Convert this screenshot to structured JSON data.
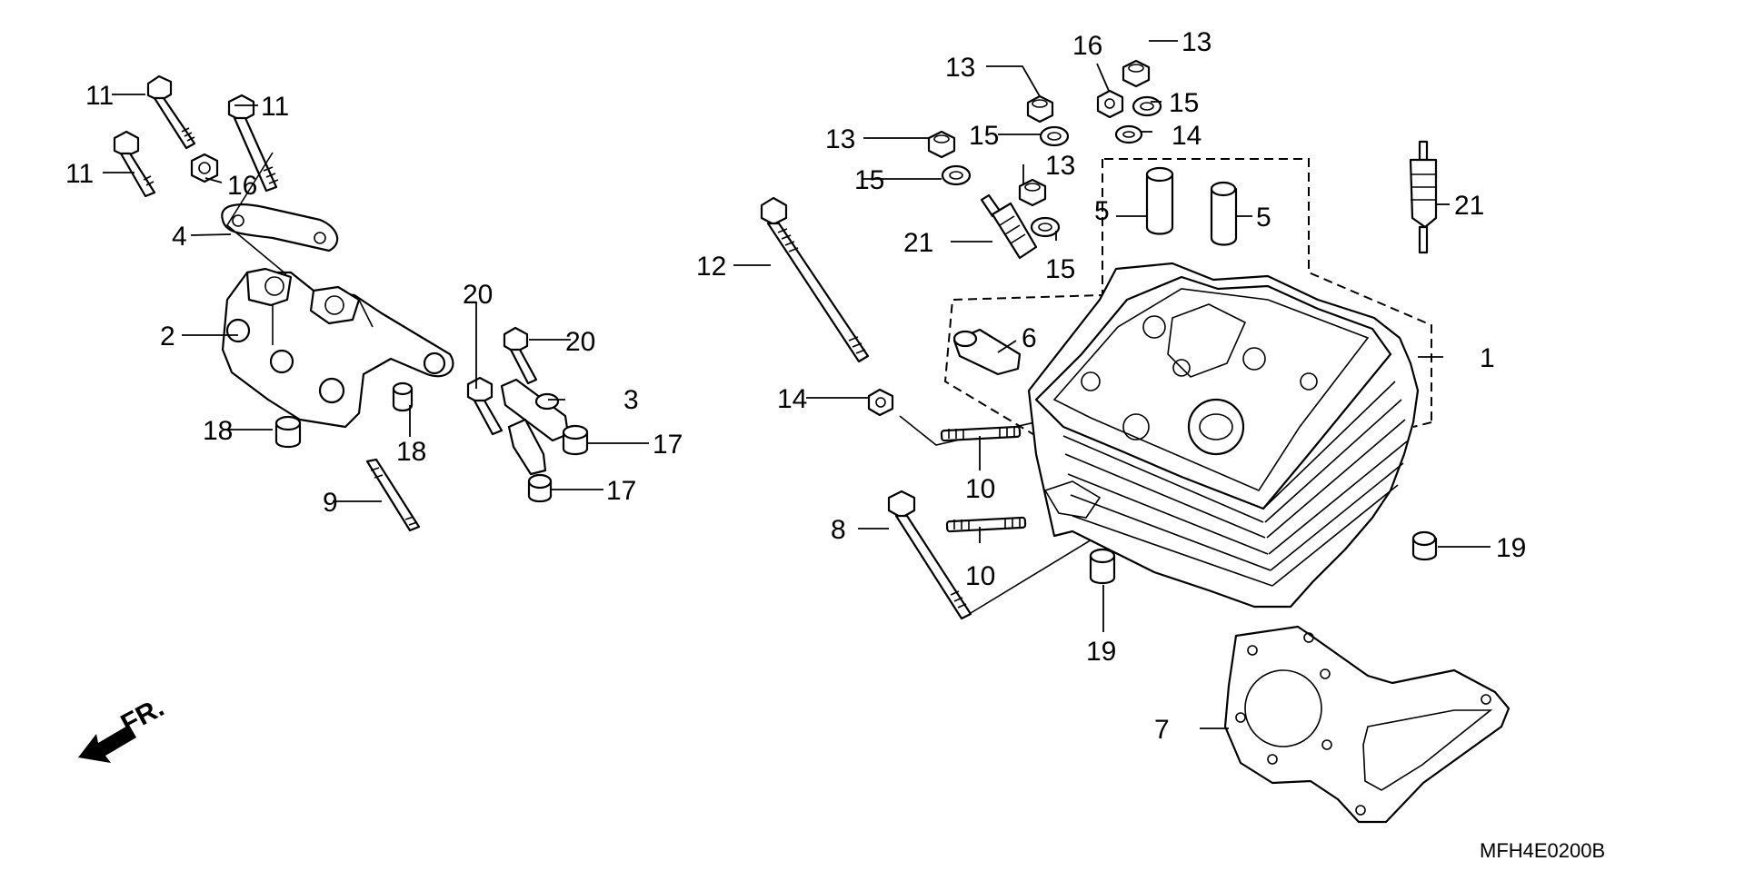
{
  "diagram": {
    "drawing_code": "MFH4E0200B",
    "direction_label": "FR.",
    "callouts": {
      "c1": "1",
      "c2": "2",
      "c3": "3",
      "c4": "4",
      "c5a": "5",
      "c5b": "5",
      "c6": "6",
      "c7": "7",
      "c8": "8",
      "c9": "9",
      "c10a": "10",
      "c10b": "10",
      "c11a": "11",
      "c11b": "11",
      "c11c": "11",
      "c12": "12",
      "c13a": "13",
      "c13b": "13",
      "c13c": "13",
      "c13d": "13",
      "c14a": "14",
      "c14b": "14",
      "c15a": "15",
      "c15b": "15",
      "c15c": "15",
      "c15d": "15",
      "c16a": "16",
      "c16b": "16",
      "c17a": "17",
      "c17b": "17",
      "c18a": "18",
      "c18b": "18",
      "c19a": "19",
      "c19b": "19",
      "c20a": "20",
      "c20b": "20",
      "c21a": "21",
      "c21b": "21"
    }
  }
}
